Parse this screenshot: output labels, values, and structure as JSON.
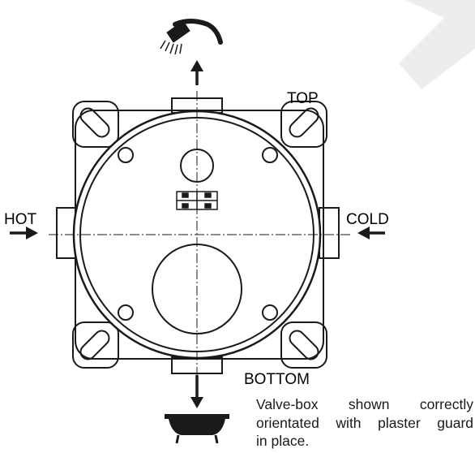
{
  "labels": {
    "top": "TOP",
    "bottom": "BOTTOM",
    "hot": "HOT",
    "cold": "COLD"
  },
  "caption": {
    "line1": "Valve-box shown correctly",
    "line2": "orientated with plaster guard",
    "line3": "in place."
  },
  "colors": {
    "ink": "#1a1a1a",
    "watermark": "#ededed",
    "background": "#ffffff"
  },
  "icons": {
    "outlet_top": "shower-head-icon",
    "outlet_bottom": "bath-tub-icon"
  }
}
